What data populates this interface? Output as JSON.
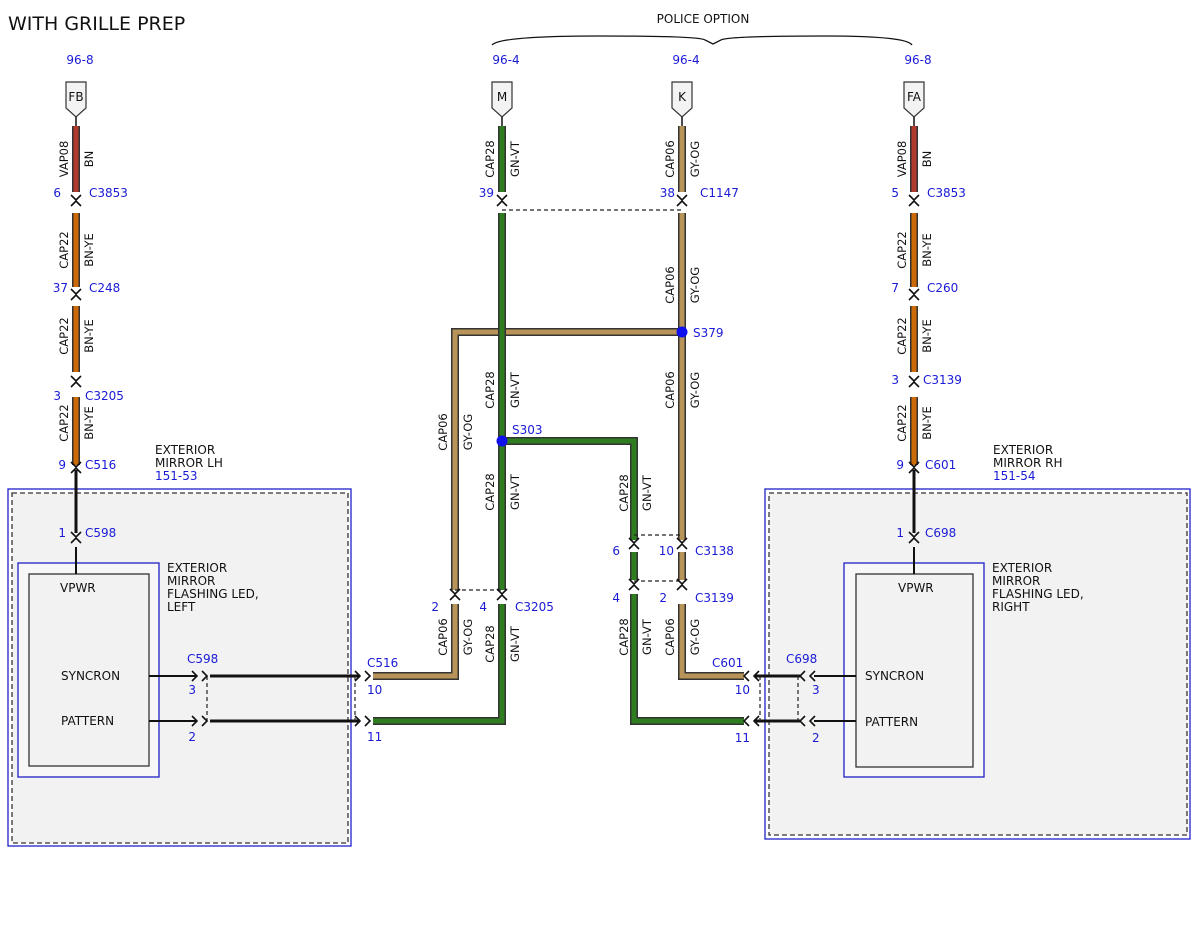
{
  "title": "WITH GRILLE PREP",
  "option_label": "POLICE OPTION",
  "colors": {
    "BN": "#b03a2e",
    "BN-YE": "#cc6a08",
    "GY-OG": "#b8945a",
    "GN-VT": "#2e7d1f",
    "splice": "#1010ee",
    "label": "#1a1ad6",
    "box_border": "#2020c8",
    "box_fill": "#f2f2f2"
  },
  "sources": [
    {
      "ref": "96-8",
      "pin": "FB"
    },
    {
      "ref": "96-4",
      "pin": "M"
    },
    {
      "ref": "96-4",
      "pin": "K"
    },
    {
      "ref": "96-8",
      "pin": "FA"
    }
  ],
  "circuits": [
    {
      "circuit": "VAP08",
      "color": "BN"
    },
    {
      "circuit": "CAP22",
      "color": "BN-YE"
    },
    {
      "circuit": "CAP22",
      "color": "BN-YE"
    },
    {
      "circuit": "CAP22",
      "color": "BN-YE"
    },
    {
      "circuit": "CAP28",
      "color": "GN-VT"
    },
    {
      "circuit": "CAP06",
      "color": "GY-OG"
    },
    {
      "circuit": "CAP06",
      "color": "GY-OG"
    },
    {
      "circuit": "CAP06",
      "color": "GY-OG"
    },
    {
      "circuit": "CAP28",
      "color": "GN-VT"
    },
    {
      "circuit": "CAP06",
      "color": "GY-OG"
    },
    {
      "circuit": "CAP28",
      "color": "GN-VT"
    },
    {
      "circuit": "CAP28",
      "color": "GN-VT"
    },
    {
      "circuit": "CAP06",
      "color": "GY-OG"
    },
    {
      "circuit": "CAP28",
      "color": "GN-VT"
    },
    {
      "circuit": "CAP28",
      "color": "GN-VT"
    },
    {
      "circuit": "CAP06",
      "color": "GY-OG"
    },
    {
      "circuit": "VAP08",
      "color": "BN"
    },
    {
      "circuit": "CAP22",
      "color": "BN-YE"
    },
    {
      "circuit": "CAP22",
      "color": "BN-YE"
    },
    {
      "circuit": "CAP22",
      "color": "BN-YE"
    }
  ],
  "connectors": [
    {
      "pin": "6",
      "name": "C3853"
    },
    {
      "pin": "37",
      "name": "C248"
    },
    {
      "pin": "3",
      "name": "C3205"
    },
    {
      "pin": "9",
      "name": "C516"
    },
    {
      "pin": "1",
      "name": "C598"
    },
    {
      "pin": "39",
      "name": ""
    },
    {
      "pin": "38",
      "name": "C1147"
    },
    {
      "pin": "2",
      "name": ""
    },
    {
      "pin": "4",
      "name": "C3205"
    },
    {
      "pin": "6",
      "name": ""
    },
    {
      "pin": "10",
      "name": "C3138"
    },
    {
      "pin": "4",
      "name": ""
    },
    {
      "pin": "2",
      "name": "C3139"
    },
    {
      "pin": "5",
      "name": "C3853"
    },
    {
      "pin": "7",
      "name": "C260"
    },
    {
      "pin": "3",
      "name": "C3139"
    },
    {
      "pin": "9",
      "name": "C601"
    },
    {
      "pin": "1",
      "name": "C698"
    }
  ],
  "splices": [
    "S379",
    "S303"
  ],
  "left_module": {
    "title_lines": [
      "EXTERIOR",
      "MIRROR LH"
    ],
    "ref": "151-53",
    "inner_lines": [
      "EXTERIOR",
      "MIRROR",
      "FLASHING LED,",
      "LEFT"
    ],
    "pins": [
      "VPWR",
      "SYNCRON",
      "PATTERN"
    ],
    "conn_inner": "C598",
    "conn_inner_pins": [
      "3",
      "2"
    ],
    "conn_outer": "C516",
    "conn_outer_pins": [
      "10",
      "11"
    ]
  },
  "right_module": {
    "title_lines": [
      "EXTERIOR",
      "MIRROR RH"
    ],
    "ref": "151-54",
    "inner_lines": [
      "EXTERIOR",
      "MIRROR",
      "FLASHING LED,",
      "RIGHT"
    ],
    "pins": [
      "VPWR",
      "SYNCRON",
      "PATTERN"
    ],
    "conn_inner": "C698",
    "conn_inner_pins": [
      "3",
      "2"
    ],
    "conn_outer": "C601",
    "conn_outer_pins": [
      "10",
      "11"
    ]
  }
}
